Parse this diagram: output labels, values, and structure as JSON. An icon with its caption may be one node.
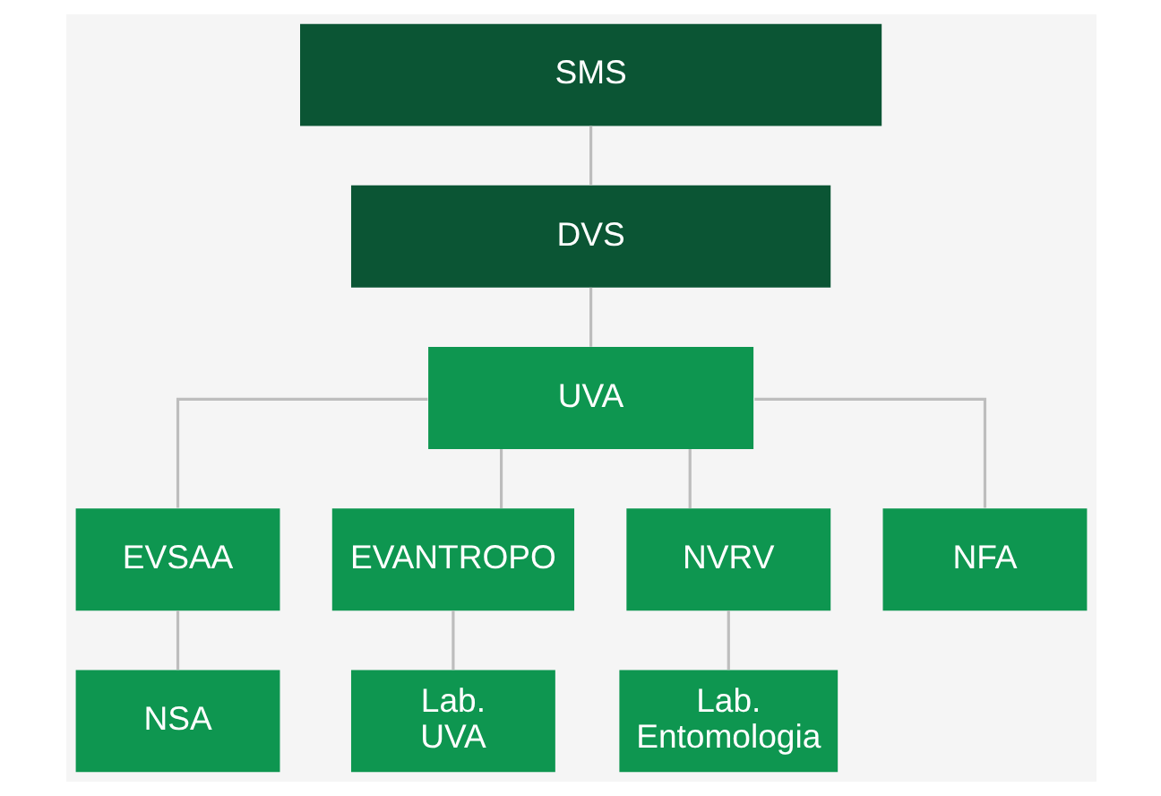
{
  "diagram": {
    "nodes": [
      {
        "text": [
          "SMS"
        ]
      },
      {
        "text": [
          "DVS"
        ]
      },
      {
        "text": [
          "UVA"
        ]
      },
      {
        "text": [
          "EVSAA"
        ]
      },
      {
        "text": [
          "EVANTROPO"
        ]
      },
      {
        "text": [
          "NVRV"
        ]
      },
      {
        "text": [
          "NFA"
        ]
      },
      {
        "text": [
          "NSA"
        ]
      },
      {
        "text": [
          "Lab. UVA"
        ]
      },
      {
        "text": [
          "Lab. Entomologia"
        ]
      }
    ],
    "edges": [
      {
        "from": 0,
        "to": 1,
        "arrow": "none"
      },
      {
        "from": 1,
        "to": 2,
        "arrow": "none"
      },
      {
        "from": 2,
        "to": 3,
        "arrow": "none"
      },
      {
        "from": 2,
        "to": 4,
        "arrow": "none"
      },
      {
        "from": 2,
        "to": 5,
        "arrow": "none"
      },
      {
        "from": 2,
        "to": 6,
        "arrow": "none"
      },
      {
        "from": 3,
        "to": 7,
        "arrow": "none"
      },
      {
        "from": 4,
        "to": 8,
        "arrow": "none"
      },
      {
        "from": 5,
        "to": 9,
        "arrow": "none"
      }
    ]
  }
}
